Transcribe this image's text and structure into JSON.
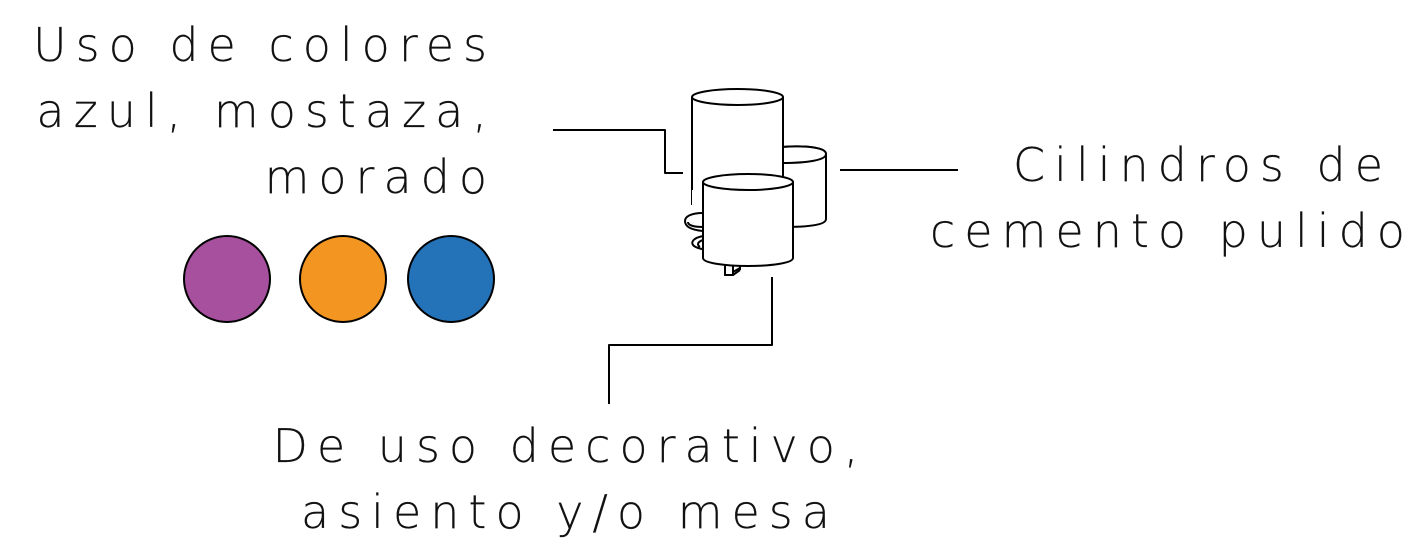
{
  "labels": {
    "colors": [
      "Uso de colores",
      "azul, mostaza,",
      "morado"
    ],
    "cylinders": [
      "Cilindros de",
      "cemento pulido"
    ],
    "usage": [
      "De uso decorativo,",
      "asiento y/o mesa"
    ]
  },
  "swatches": [
    {
      "name": "purple",
      "color": "#A6509E"
    },
    {
      "name": "orange",
      "color": "#F39621"
    },
    {
      "name": "blue",
      "color": "#2472B8"
    }
  ]
}
